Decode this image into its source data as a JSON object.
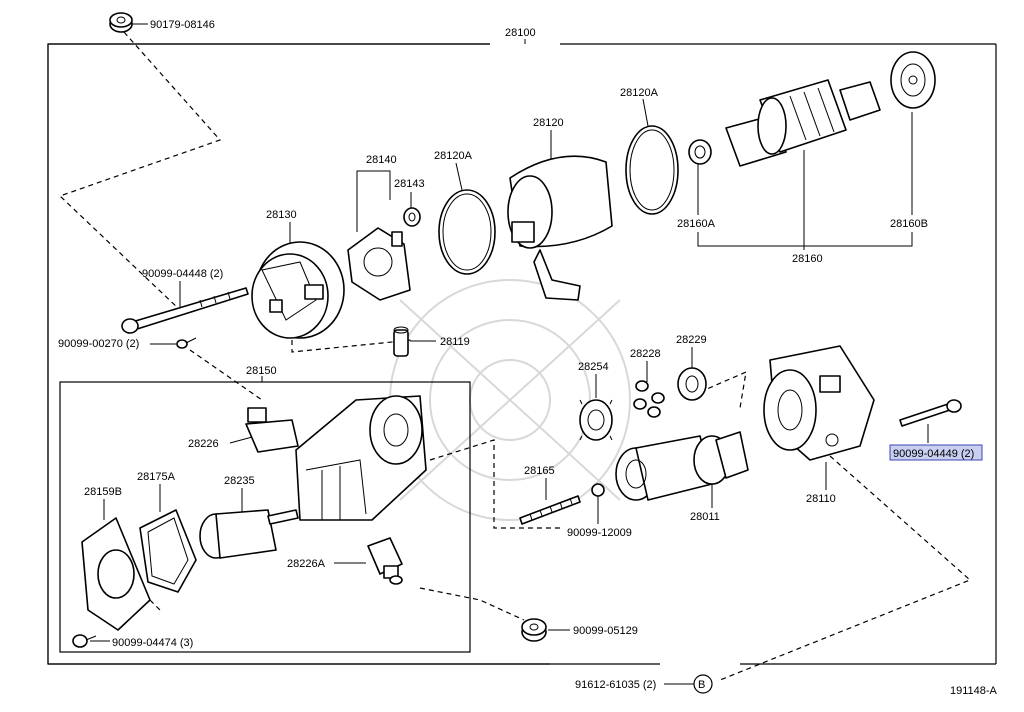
{
  "labels": {
    "p90179_08146": "90179-08146",
    "p28100": "28100",
    "p28120a_top": "28120A",
    "p28120": "28120",
    "p28140": "28140",
    "p28143": "28143",
    "p28120a_mid": "28120A",
    "p28130": "28130",
    "p28160a": "28160A",
    "p28160b": "28160B",
    "p28160": "28160",
    "p90099_04448": "90099-04448 (2)",
    "p90099_00270": "90099-00270 (2)",
    "p28119": "28119",
    "p28150": "28150",
    "p28254": "28254",
    "p28228": "28228",
    "p28229": "28229",
    "p28226": "28226",
    "p28175a": "28175A",
    "p28159b": "28159B",
    "p28235": "28235",
    "p28165": "28165",
    "p28110": "28110",
    "p90099_04449": "90099-04449 (2)",
    "p28011": "28011",
    "p90099_12009": "90099-12009",
    "p28226a": "28226A",
    "p90099_05129": "90099-05129",
    "p90099_04474": "90099-04474 (3)",
    "p91612_61035": "91612-61035 (2)",
    "callout_b": "B",
    "figure_code": "191148-A"
  },
  "colors": {
    "ink": "#000000",
    "highlight_fill": "#c9cff0",
    "highlight_border": "#3b47b0",
    "watermark": "#d8d8d8"
  }
}
